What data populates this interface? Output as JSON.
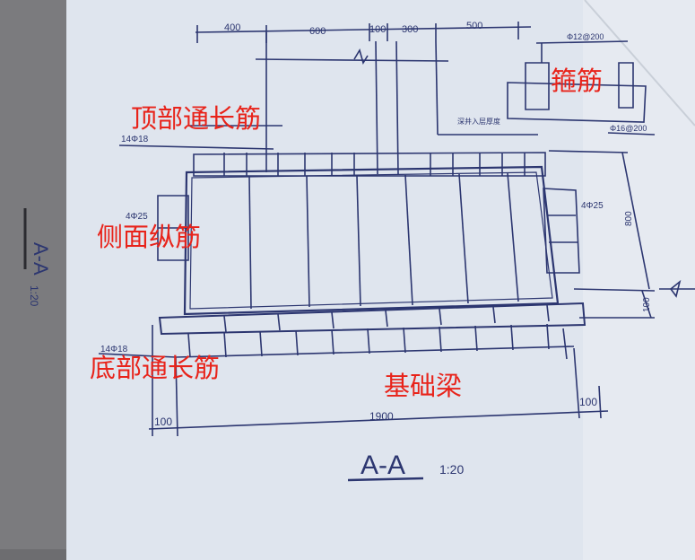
{
  "drawing": {
    "section_title": "A-A",
    "scale": "1:20",
    "top_dims": [
      "400",
      "600",
      "100",
      "300",
      "500"
    ],
    "bottom_dims": [
      "100",
      "1900",
      "100"
    ],
    "height_dim": "800",
    "height_dim_low": "100",
    "stirrup_spec": "Φ12@200",
    "stirrup_spec2": "Φ16@200",
    "top_bar_spec": "14Φ18",
    "bottom_bar_spec": "14Φ18",
    "side_bar_left": "4Φ25",
    "side_bar_right": "4Φ25",
    "note_small": "深井入层厚度",
    "side_title": "A-A",
    "side_scale": "1:20"
  },
  "labels": {
    "stirrup": "箍筋",
    "top_bars": "顶部通长筋",
    "side_bars": "侧面纵筋",
    "bottom_bars": "底部通长筋",
    "foundation_beam": "基础梁"
  },
  "colors": {
    "paper": "#dfe5ee",
    "ink": "#2c3670",
    "annotation": "#e8231a",
    "background_left": "#6d6d70"
  }
}
